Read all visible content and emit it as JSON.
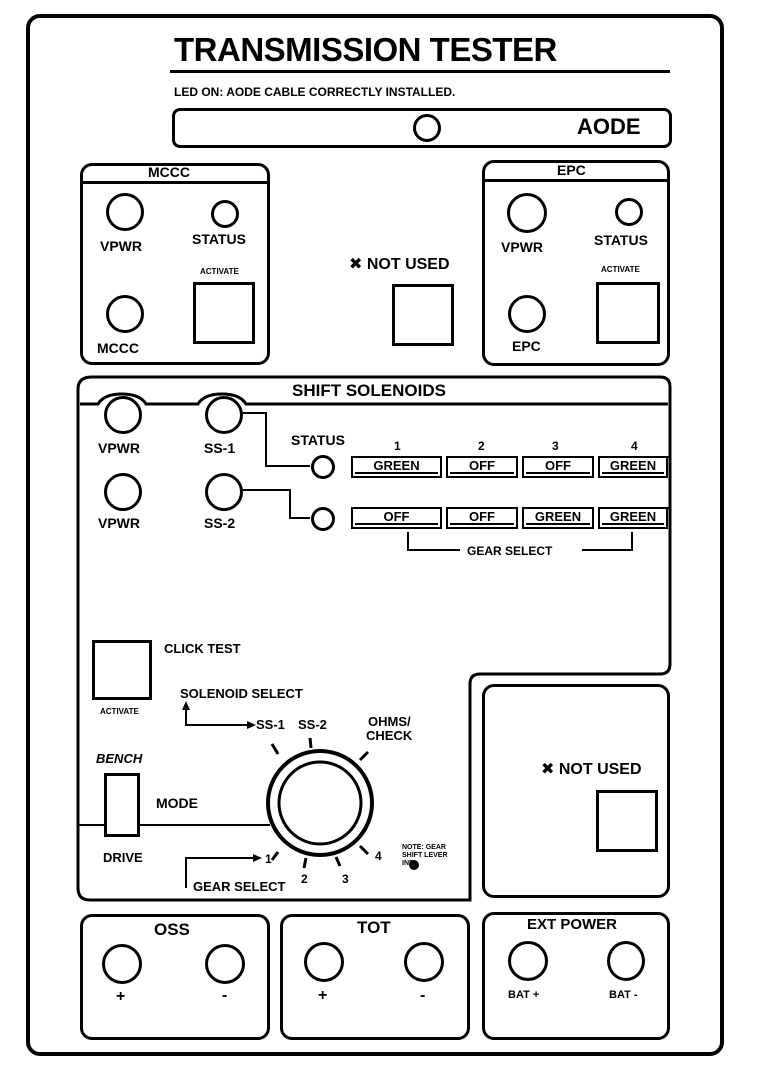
{
  "title": "TRANSMISSION TESTER",
  "led_note": "LED ON: AODE CABLE CORRECTLY INSTALLED.",
  "aode_label": "AODE",
  "mccc": {
    "header": "MCCC",
    "vpwr": "VPWR",
    "status": "STATUS",
    "activate": "ACTIVATE",
    "mccc": "MCCC"
  },
  "epc": {
    "header": "EPC",
    "vpwr": "VPWR",
    "status": "STATUS",
    "activate": "ACTIVATE",
    "epc": "EPC"
  },
  "not_used_top": "✖ NOT USED",
  "shift": {
    "header": "SHIFT SOLENOIDS",
    "vpwr1": "VPWR",
    "vpwr2": "VPWR",
    "ss1": "SS-1",
    "ss2": "SS-2",
    "status": "STATUS",
    "gears": [
      "1",
      "2",
      "3",
      "4"
    ],
    "row1": [
      "GREEN",
      "OFF",
      "OFF",
      "GREEN"
    ],
    "row2": [
      "OFF",
      "OFF",
      "GREEN",
      "GREEN"
    ],
    "gear_select": "GEAR SELECT"
  },
  "click_test": "CLICK TEST",
  "activate_click": "ACTIVATE",
  "solenoid_select": "SOLENOID SELECT",
  "dial": {
    "ss1": "SS-1",
    "ss2": "SS-2",
    "ohms": "OHMS/",
    "check": "CHECK",
    "g1": "1",
    "g2": "2",
    "g3": "3",
    "g4": "4",
    "gear_select": "GEAR SELECT"
  },
  "bench": "BENCH",
  "mode": "MODE",
  "drive": "DRIVE",
  "note": [
    "NOTE: GEAR",
    "SHIFT LEVER",
    "IND."
  ],
  "not_used_bottom": "✖ NOT USED",
  "oss": {
    "header": "OSS",
    "plus": "+",
    "minus": "-"
  },
  "tot": {
    "header": "TOT",
    "plus": "+",
    "minus": "-"
  },
  "ext": {
    "header": "EXT POWER",
    "plus": "BAT +",
    "minus": "BAT -"
  }
}
